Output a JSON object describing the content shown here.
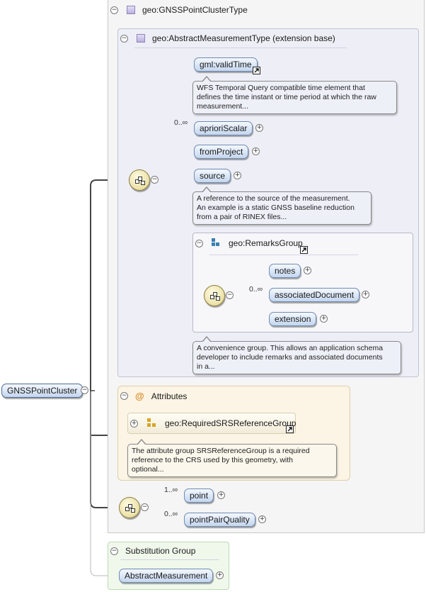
{
  "root": {
    "label": "GNSSPointCluster"
  },
  "complex_type": {
    "title": "geo:GNSSPointClusterType"
  },
  "extension": {
    "title": "geo:AbstractMeasurementType (extension base)",
    "elements": [
      {
        "label": "gml:validTime",
        "occurrence": ""
      },
      {
        "label": "aprioriScalar",
        "occurrence": "0..∞"
      },
      {
        "label": "fromProject",
        "occurrence": ""
      },
      {
        "label": "source",
        "occurrence": ""
      }
    ],
    "notes": {
      "validTime": "WFS Temporal Query compatible time element that\ndefines the time instant or time period at which the raw\nmeasurement...",
      "source": "A reference to the source of the measurement.\nAn example is a static GNSS baseline reduction\nfrom a pair of RINEX files..."
    }
  },
  "remarks_group": {
    "title": "geo:RemarksGroup",
    "elements": [
      {
        "label": "notes",
        "occurrence": ""
      },
      {
        "label": "associatedDocument",
        "occurrence": "0..∞"
      },
      {
        "label": "extension",
        "occurrence": ""
      }
    ],
    "note": "A convenience group. This allows an application schema\ndeveloper to include remarks and associated documents\nin a..."
  },
  "attributes": {
    "title": "Attributes",
    "group_label": "geo:RequiredSRSReferenceGroup",
    "note": "The attribute group SRSReferenceGroup is a required\nreference to the CRS used by this geometry, with\noptional..."
  },
  "points": [
    {
      "label": "point",
      "occurrence": "1..∞"
    },
    {
      "label": "pointPairQuality",
      "occurrence": "0..∞"
    }
  ],
  "substitution": {
    "title": "Substitution Group",
    "label": "AbstractMeasurement"
  },
  "symbols": {
    "collapse": "−",
    "expand": "+"
  },
  "icons": {
    "type": "complex-type-icon",
    "group": "group-icon",
    "attribute_group": "attribute-group-icon",
    "attributes": "at-icon",
    "link": "link-arrow-icon",
    "sequence": "sequence-compositor-icon"
  },
  "colors": {
    "element_fill": "#c4d6ee",
    "extension_fill": "#eeeef6",
    "attributes_fill": "#fcf4e4",
    "substitution_fill": "#f0f8ec",
    "connector": "#555555"
  }
}
